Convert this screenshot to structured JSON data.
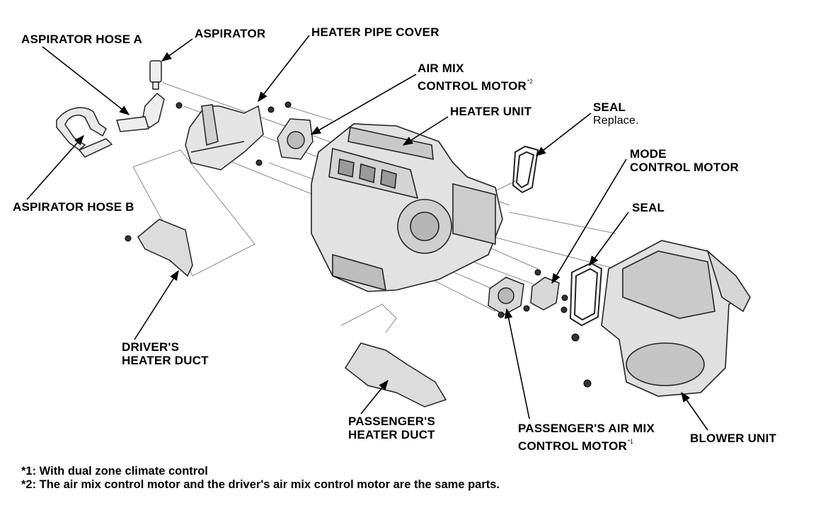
{
  "labels": {
    "aspirator_hose_a": "ASPIRATOR HOSE A",
    "aspirator": "ASPIRATOR",
    "heater_pipe_cover": "HEATER PIPE COVER",
    "air_mix_line1": "AIR MIX",
    "air_mix_line2": "CONTROL MOTOR",
    "air_mix_sup": "*2",
    "heater_unit": "HEATER UNIT",
    "seal_top": "SEAL",
    "seal_top_sub": "Replace.",
    "mode_line1": "MODE",
    "mode_line2": "CONTROL MOTOR",
    "seal_right": "SEAL",
    "aspirator_hose_b": "ASPIRATOR HOSE B",
    "driver_duct_line1": "DRIVER'S",
    "driver_duct_line2": "HEATER DUCT",
    "passenger_duct_line1": "PASSENGER'S",
    "passenger_duct_line2": "HEATER DUCT",
    "passenger_motor_line1": "PASSENGER'S AIR MIX",
    "passenger_motor_line2": "CONTROL MOTOR",
    "passenger_motor_sup": "*1",
    "blower_unit": "BLOWER UNIT"
  },
  "notes": {
    "note1": "*1: With dual zone climate control",
    "note2": "*2: The air mix control motor and the driver's air mix control motor are the same parts."
  }
}
